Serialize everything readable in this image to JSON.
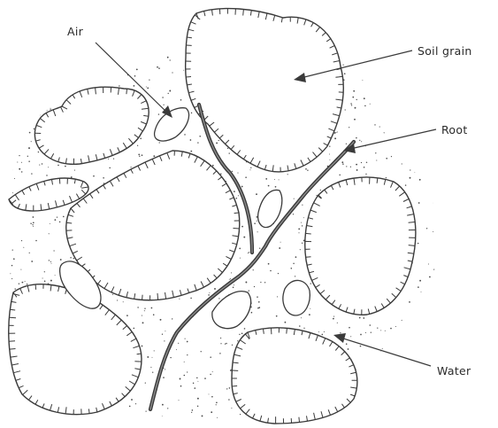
{
  "labels": {
    "air": "Air",
    "soil_grain": "Soil grain",
    "root": "Root",
    "water": "Water"
  },
  "colors": {
    "ink": "#3a3a3a",
    "background": "#ffffff"
  }
}
